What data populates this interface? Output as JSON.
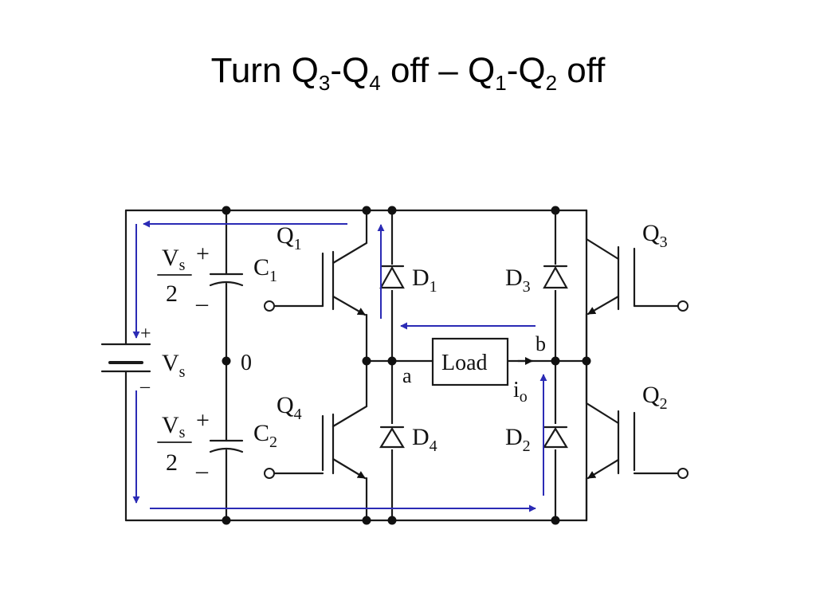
{
  "title": {
    "prefix": "Turn Q",
    "sub1": "3",
    "mid1": "-Q",
    "sub2": "4",
    "mid2": " off – Q",
    "sub3": "1",
    "mid3": "-Q",
    "sub4": "2",
    "suffix": " off"
  },
  "circuit": {
    "labels": {
      "q1": "Q",
      "q1_sub": "1",
      "q2": "Q",
      "q2_sub": "2",
      "q3": "Q",
      "q3_sub": "3",
      "q4": "Q",
      "q4_sub": "4",
      "c1": "C",
      "c1_sub": "1",
      "c2": "C",
      "c2_sub": "2",
      "d1": "D",
      "d1_sub": "1",
      "d2": "D",
      "d2_sub": "2",
      "d3": "D",
      "d3_sub": "3",
      "d4": "D",
      "d4_sub": "4",
      "vs_half_top_num": "V",
      "vs_half_top_num_sub": "s",
      "vs_half_top_den": "2",
      "vs_half_bot_num": "V",
      "vs_half_bot_num_sub": "s",
      "vs_half_bot_den": "2",
      "vs_main": "V",
      "vs_main_sub": "s",
      "plus_c1": "+",
      "minus_c1": "–",
      "plus_c2": "+",
      "minus_c2": "–",
      "plus_src": "+",
      "minus_src": "–",
      "node_zero": "0",
      "node_a": "a",
      "node_b": "b",
      "load": "Load",
      "current": "i",
      "current_sub": "o"
    },
    "colors": {
      "wire": "#1a1a1a",
      "current_path": "#2b2bb5"
    }
  }
}
